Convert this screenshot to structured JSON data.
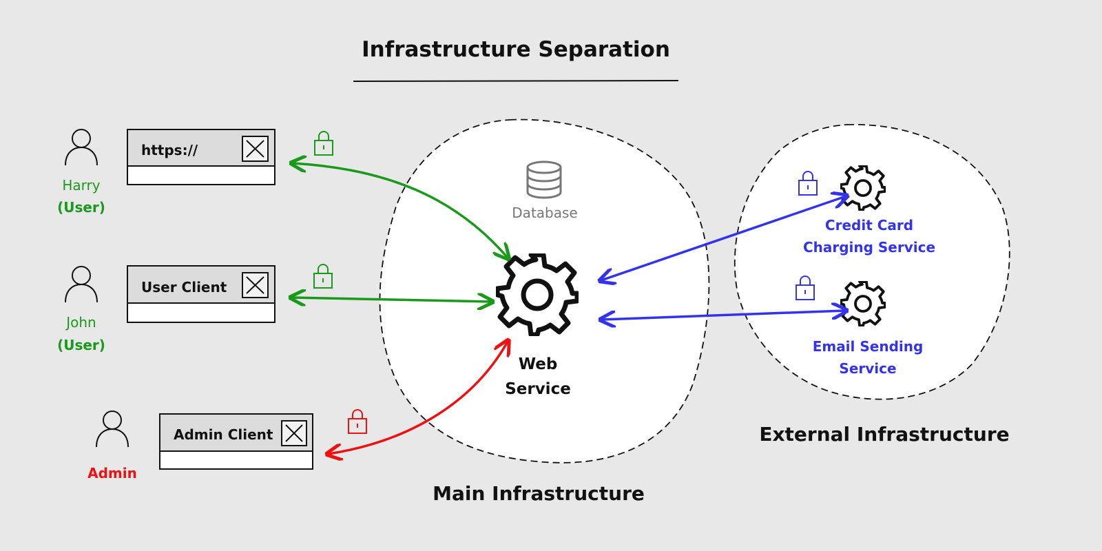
{
  "title": "Infrastructure Separation",
  "colors": {
    "background": "#e8e8e8",
    "user": "#1a9a1a",
    "admin": "#ee1111",
    "external": "#3333ee",
    "database": "#777777"
  },
  "zones": {
    "main": "Main Infrastructure",
    "external": "External Infrastructure"
  },
  "users": [
    {
      "name": "Harry",
      "role": "(User)",
      "client": "https://"
    },
    {
      "name": "John",
      "role": "(User)",
      "client": "User Client"
    },
    {
      "name": "",
      "role": "Admin",
      "client": "Admin Client"
    }
  ],
  "main": {
    "database": "Database",
    "web_service_line1": "Web",
    "web_service_line2": "Service"
  },
  "external_services": {
    "credit_line1": "Credit Card",
    "credit_line2": "Charging Service",
    "email_line1": "Email Sending",
    "email_line2": "Service"
  },
  "icons": {
    "user": "person-icon",
    "close": "close-icon",
    "lock": "lock-icon",
    "database": "database-icon",
    "service": "gear-icon"
  }
}
